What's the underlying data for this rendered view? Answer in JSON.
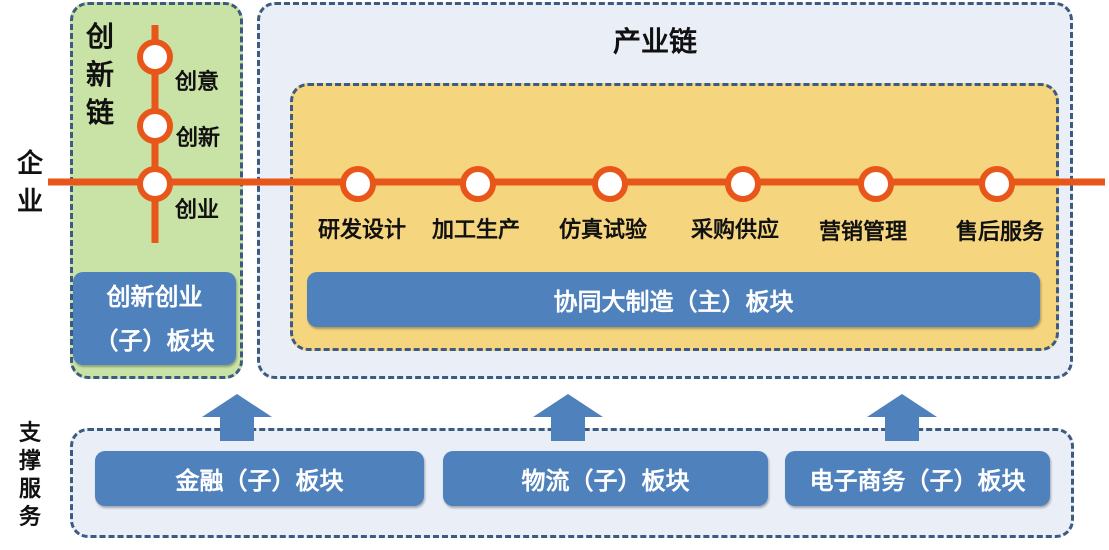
{
  "left_axis": {
    "enterprise": "企业",
    "support": "支撑服务"
  },
  "innovation_chain": {
    "title": "创新链",
    "stages": [
      "创意",
      "创新",
      "创业"
    ],
    "block": {
      "line1": "创新创业",
      "line2": "（子）板块"
    }
  },
  "industry_chain": {
    "title": "产业链",
    "stages": [
      "研发设计",
      "加工生产",
      "仿真试验",
      "采购供应",
      "营销管理",
      "售后服务"
    ],
    "block": "协同大制造（主）板块"
  },
  "support_blocks": [
    "金融（子）板块",
    "物流（子）板块",
    "电子商务（子）板块"
  ],
  "colors": {
    "line": "#e8561a",
    "block": "#4f81bd",
    "green": "#c9e3a6",
    "yellow": "#f5d57e",
    "light": "#e9eef7"
  }
}
